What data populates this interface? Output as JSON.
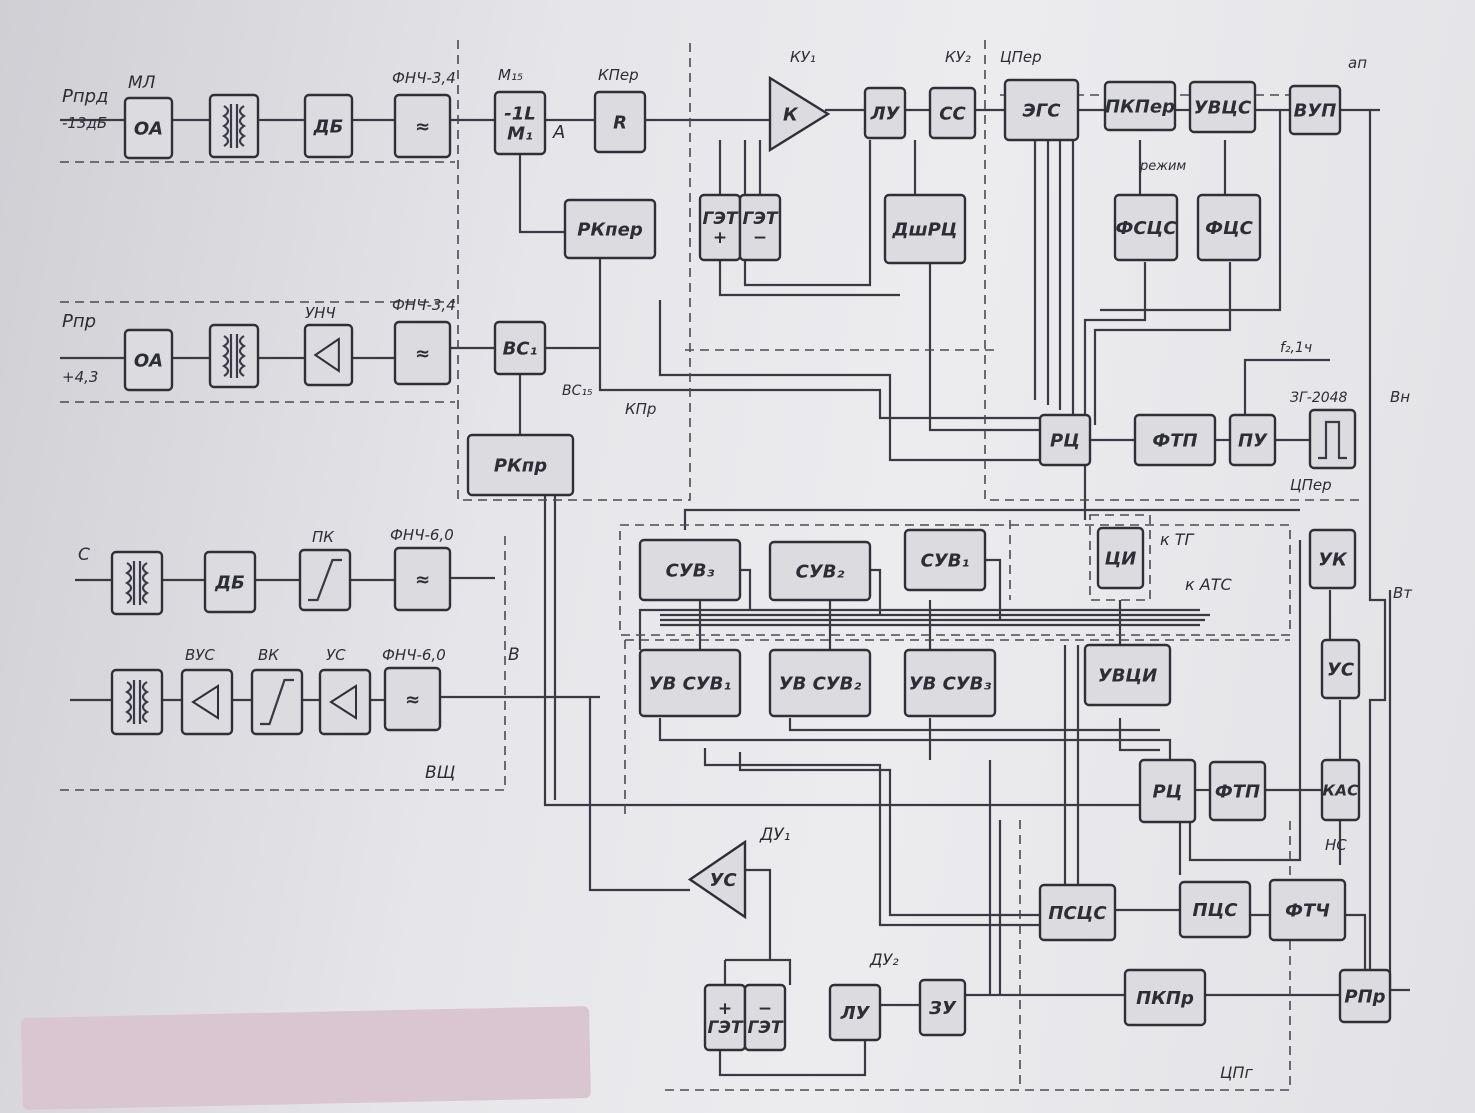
{
  "diagram": {
    "blocks": [
      {
        "id": "oa1",
        "label": "ОА"
      },
      {
        "id": "tr1",
        "label": ""
      },
      {
        "id": "db1",
        "label": "ДБ"
      },
      {
        "id": "fnch1",
        "label": "≈"
      },
      {
        "id": "m",
        "label": "-1L\nM₁"
      },
      {
        "id": "kper_sw",
        "label": "R"
      },
      {
        "id": "k",
        "label": "К"
      },
      {
        "id": "lu1",
        "label": "ЛУ"
      },
      {
        "id": "ss",
        "label": "СС"
      },
      {
        "id": "egs",
        "label": "ЭГС"
      },
      {
        "id": "pkper",
        "label": "ПКПер"
      },
      {
        "id": "uvcs",
        "label": "УВЦС"
      },
      {
        "id": "vup",
        "label": "ВУП"
      },
      {
        "id": "rkper",
        "label": "РКпер"
      },
      {
        "id": "get_p1",
        "label": "ГЭТ\n+"
      },
      {
        "id": "get_m1",
        "label": "ГЭТ\n−"
      },
      {
        "id": "dshrc",
        "label": "ДшРЦ"
      },
      {
        "id": "fscs",
        "label": "ФСЦС"
      },
      {
        "id": "fcs",
        "label": "ФЦС"
      },
      {
        "id": "oa2",
        "label": "ОА"
      },
      {
        "id": "tr2",
        "label": ""
      },
      {
        "id": "unch",
        "label": ""
      },
      {
        "id": "fnch2",
        "label": "≈"
      },
      {
        "id": "vs1",
        "label": "ВС₁"
      },
      {
        "id": "rkpr",
        "label": "РКпр"
      },
      {
        "id": "rc1",
        "label": "РЦ"
      },
      {
        "id": "ftp1",
        "label": "ФТП"
      },
      {
        "id": "pu",
        "label": "ПУ"
      },
      {
        "id": "zg",
        "label": ""
      },
      {
        "id": "tr3",
        "label": ""
      },
      {
        "id": "db2",
        "label": "ДБ"
      },
      {
        "id": "pk",
        "label": ""
      },
      {
        "id": "fnch3",
        "label": "≈"
      },
      {
        "id": "tr4",
        "label": ""
      },
      {
        "id": "vus",
        "label": ""
      },
      {
        "id": "vk",
        "label": ""
      },
      {
        "id": "us1",
        "label": ""
      },
      {
        "id": "fnch4",
        "label": "≈"
      },
      {
        "id": "suv3",
        "label": "СУВ₃"
      },
      {
        "id": "suv2",
        "label": "СУВ₂"
      },
      {
        "id": "suv1",
        "label": "СУВ₁"
      },
      {
        "id": "ci",
        "label": "ЦИ"
      },
      {
        "id": "uk",
        "label": "УК"
      },
      {
        "id": "uvsuv1",
        "label": "УВ СУВ₁"
      },
      {
        "id": "uvsuv2",
        "label": "УВ СУВ₂"
      },
      {
        "id": "uvsuv3",
        "label": "УВ СУВ₃"
      },
      {
        "id": "uvci",
        "label": "УВЦИ"
      },
      {
        "id": "us2",
        "label": "УС"
      },
      {
        "id": "rc2",
        "label": "РЦ"
      },
      {
        "id": "ftp2",
        "label": "ФТП"
      },
      {
        "id": "kas",
        "label": "КАС"
      },
      {
        "id": "us3",
        "label": "УС"
      },
      {
        "id": "pscs",
        "label": "ПСЦС"
      },
      {
        "id": "pcs",
        "label": "ПЦС"
      },
      {
        "id": "ftch",
        "label": "ФТЧ"
      },
      {
        "id": "get_p2",
        "label": "+\nГЭТ"
      },
      {
        "id": "get_m2",
        "label": "−\nГЭТ"
      },
      {
        "id": "lu2",
        "label": "ЛУ"
      },
      {
        "id": "zu",
        "label": "ЗУ"
      },
      {
        "id": "pkpr",
        "label": "ПКПр"
      },
      {
        "id": "rpr",
        "label": "РПр"
      }
    ],
    "signal_labels": [
      {
        "id": "rprd",
        "text": "Рпрд"
      },
      {
        "id": "rprd_lvl",
        "text": "-13дБ"
      },
      {
        "id": "ml",
        "text": "МЛ"
      },
      {
        "id": "fnch34a",
        "text": "ФНЧ-3,4"
      },
      {
        "id": "m15",
        "text": "М₁₅"
      },
      {
        "id": "a",
        "text": "А"
      },
      {
        "id": "kper",
        "text": "КПер"
      },
      {
        "id": "ku1",
        "text": "КУ₁"
      },
      {
        "id": "ku2",
        "text": "КУ₂"
      },
      {
        "id": "cper_top",
        "text": "ЦПер"
      },
      {
        "id": "apr",
        "text": "ап"
      },
      {
        "id": "mode",
        "text": "режим"
      },
      {
        "id": "rpr_in",
        "text": "Рпр"
      },
      {
        "id": "rpr_lvl",
        "text": "+4,3"
      },
      {
        "id": "unch_t",
        "text": "УНЧ"
      },
      {
        "id": "fnch34b",
        "text": "ФНЧ-3,4"
      },
      {
        "id": "vs15",
        "text": "ВС₁₅"
      },
      {
        "id": "kpr",
        "text": "КПр"
      },
      {
        "id": "f2",
        "text": "f₂,1ч"
      },
      {
        "id": "zg2048",
        "text": "ЗГ-2048"
      },
      {
        "id": "vh",
        "text": "Вн"
      },
      {
        "id": "cper_mid",
        "text": "ЦПер"
      },
      {
        "id": "c",
        "text": "С"
      },
      {
        "id": "pk_t",
        "text": "ПК"
      },
      {
        "id": "fnch60a",
        "text": "ФНЧ-6,0"
      },
      {
        "id": "ktg",
        "text": "к ТГ"
      },
      {
        "id": "kats",
        "text": "к АТС"
      },
      {
        "id": "vyus",
        "text": "ВУС"
      },
      {
        "id": "vk_t",
        "text": "ВК"
      },
      {
        "id": "us_t",
        "text": "УС"
      },
      {
        "id": "fnch60b",
        "text": "ФНЧ-6,0"
      },
      {
        "id": "b",
        "text": "В"
      },
      {
        "id": "vsh",
        "text": "ВЩ"
      },
      {
        "id": "vt",
        "text": "Вт"
      },
      {
        "id": "du1",
        "text": "ДУ₁"
      },
      {
        "id": "ns",
        "text": "НС"
      },
      {
        "id": "du2",
        "text": "ДУ₂"
      },
      {
        "id": "cpr",
        "text": "ЦПг"
      }
    ]
  }
}
